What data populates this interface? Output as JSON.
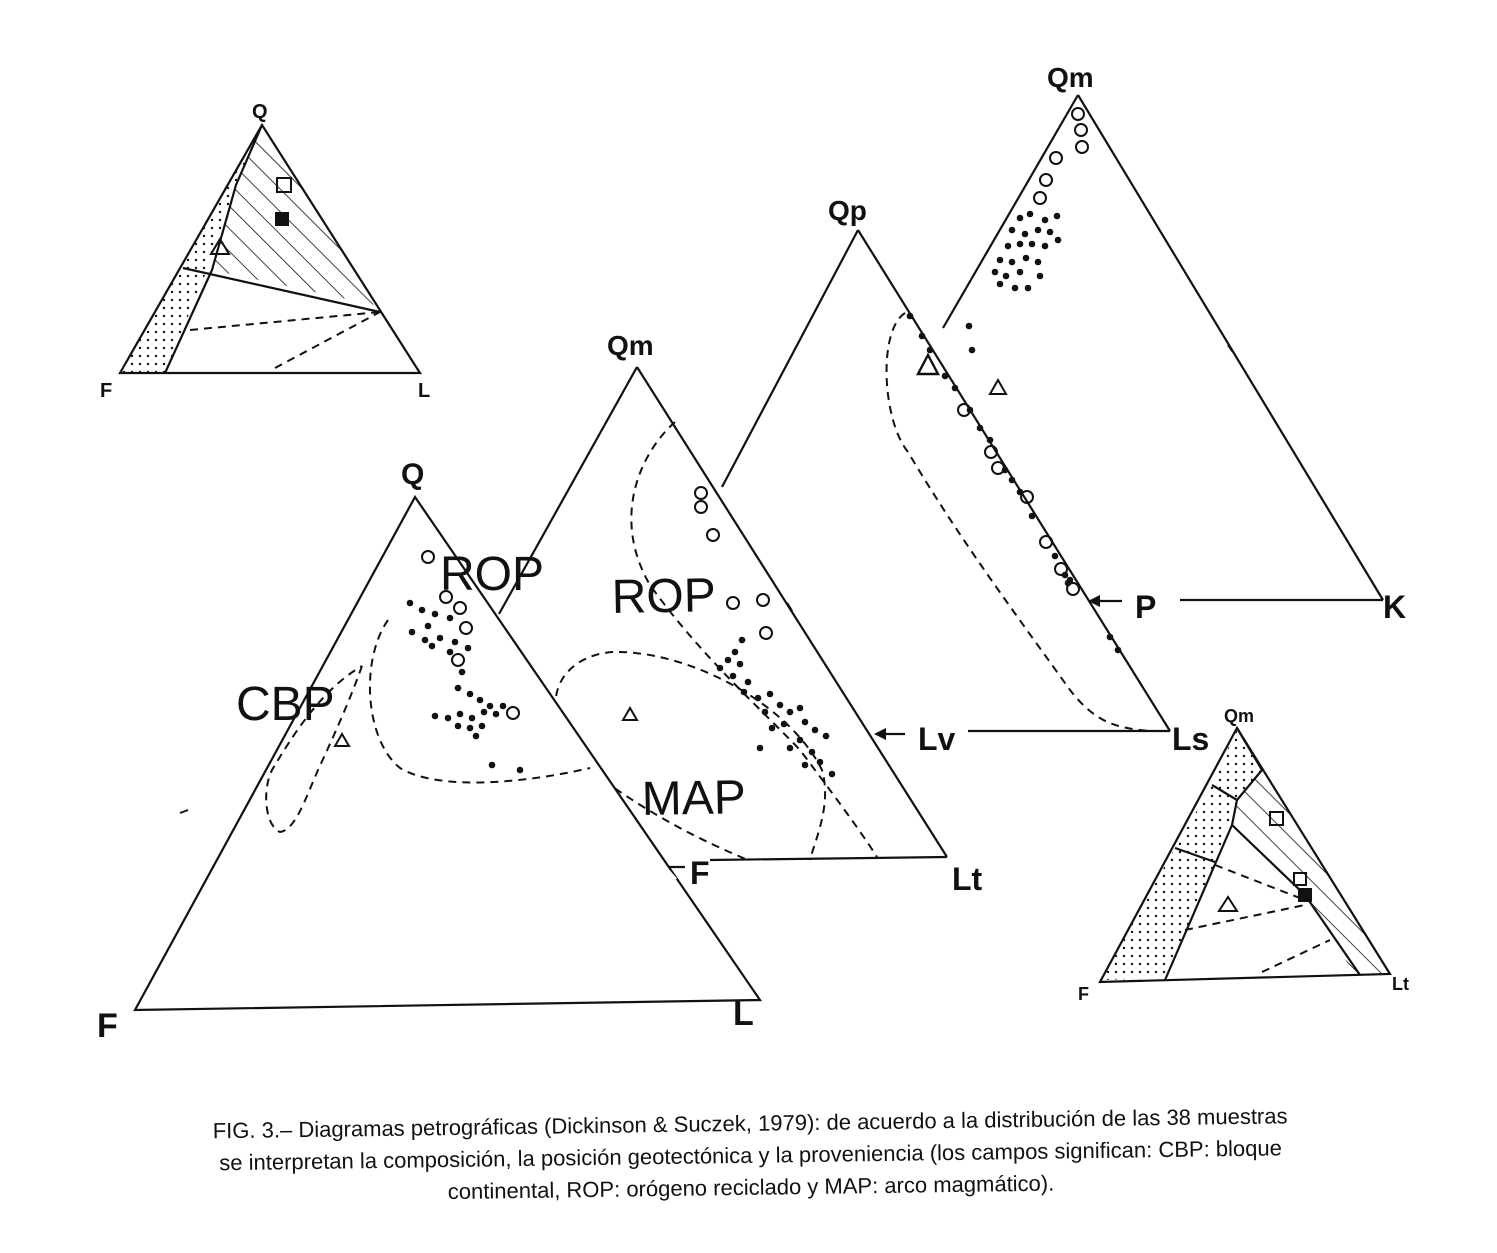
{
  "diagrams": {
    "qfl_small": {
      "apex": "Q",
      "left": "F",
      "right": "L"
    },
    "qfl_main": {
      "apex": "Q",
      "left": "F",
      "right": "L",
      "fields": {
        "cbp": "CBP",
        "rop": "ROP"
      }
    },
    "qmflt": {
      "apex": "Qm",
      "left": "F",
      "right": "Lt",
      "fields": {
        "rop": "ROP",
        "map": "MAP"
      }
    },
    "qplvls": {
      "apex": "Qp",
      "left": "Lv",
      "right": "Ls"
    },
    "qmpk": {
      "apex": "Qm",
      "left": "P",
      "right": "K"
    },
    "qmflt_small": {
      "apex": "Qm",
      "left": "F",
      "right": "Lt"
    }
  },
  "caption": {
    "line1": "FIG. 3.– Diagramas petrográficas (Dickinson & Suczek, 1979): de acuerdo a la distribución de las 38 muestras",
    "line2": "se interpretan la composición, la posición geotectónica y la proveniencia (los campos significan: CBP: bloque",
    "line3": "continental, ROP: orógeno reciclado y MAP: arco magmático)."
  }
}
